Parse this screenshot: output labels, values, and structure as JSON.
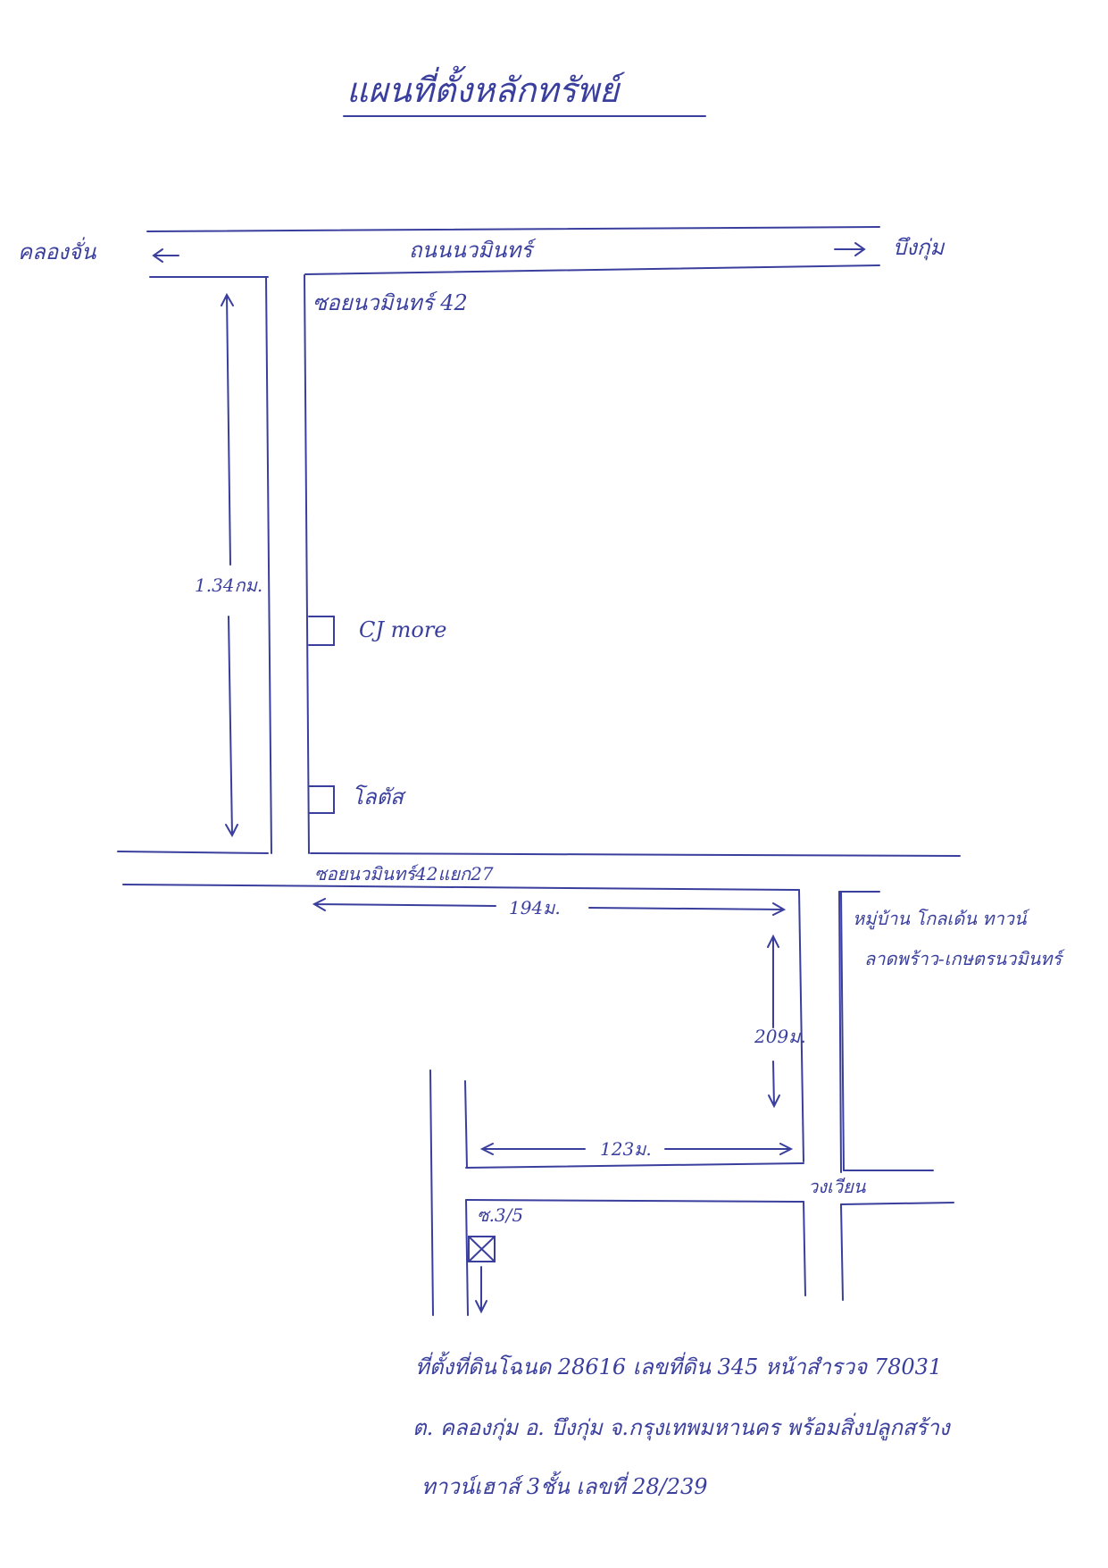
{
  "title": "แผนที่ตั้งหลักทรัพย์",
  "roads": {
    "main_road": "ถนนนวมินทร์",
    "west_direction": "คลองจั่น",
    "east_direction": "บึงกุ่ม",
    "soi_main": "ซอยนวมินทร์ 42",
    "soi_branch": "ซอยนวมินทร์42แยก27",
    "soi_branch_2": "ซ.3/5",
    "corner": "วงเวียน"
  },
  "distances": {
    "soi_main_length": "1.34กม.",
    "branch_length": "194ม.",
    "south_segment": "209ม.",
    "west_segment": "123ม."
  },
  "landmarks": {
    "store_1": "CJ more",
    "store_2": "โลตัส",
    "village_line_1": "หมู่บ้าน โกลเด้น ทาวน์",
    "village_line_2": "ลาดพร้าว-เกษตรนวมินทร์"
  },
  "location_note": {
    "line_1": "ที่ตั้งที่ดินโฉนด 28616 เลขที่ดิน 345 หน้าสำรวจ 78031",
    "line_2": "ต. คลองกุ่ม อ. บึงกุ่ม จ.กรุงเทพมหานคร พร้อมสิ่งปลูกสร้าง",
    "line_3": "ทาวน์เฮาส์ 3ชั้น เลขที่ 28/239"
  }
}
